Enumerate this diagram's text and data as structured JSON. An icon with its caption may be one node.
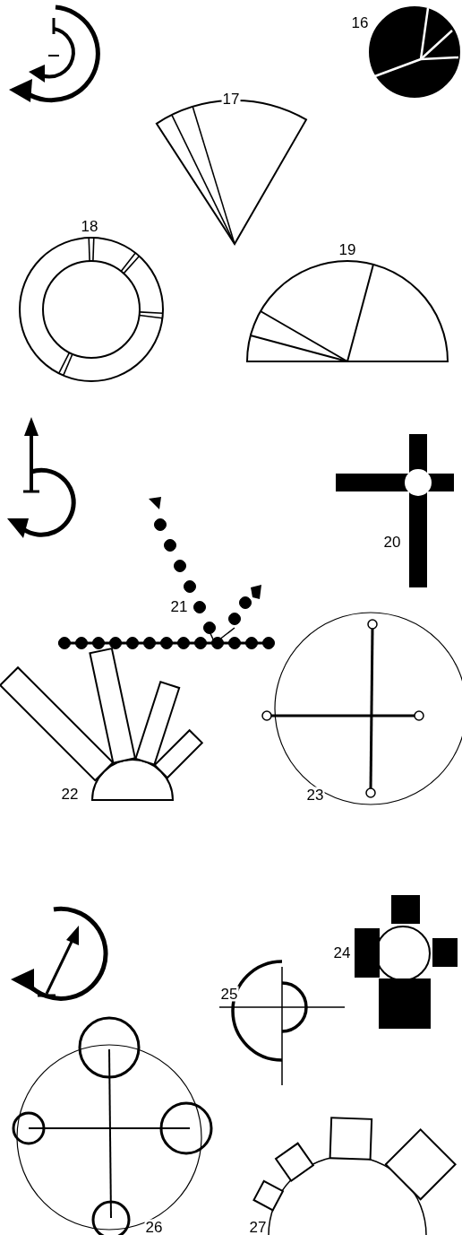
{
  "diagram": {
    "labels": [
      "16",
      "17",
      "18",
      "19",
      "20",
      "21",
      "22",
      "23",
      "24",
      "25",
      "26",
      "27"
    ]
  }
}
